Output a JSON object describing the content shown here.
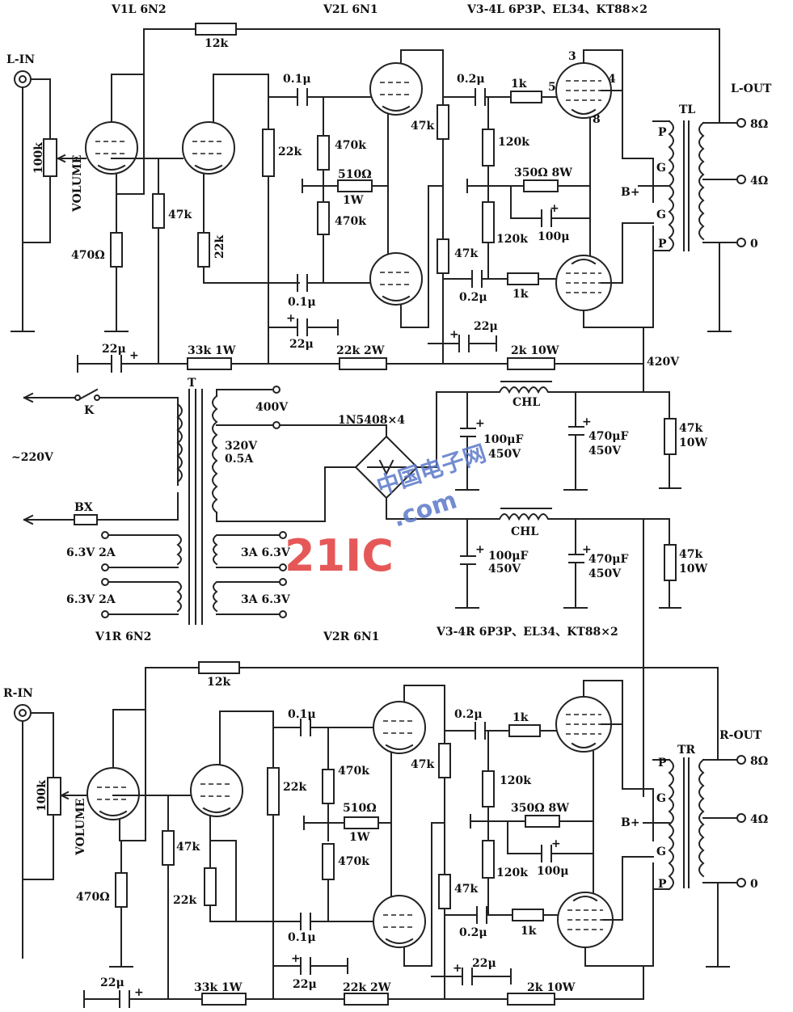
{
  "labels": {
    "tubes_top": {
      "v1": "V1L 6N2",
      "v2": "V2L 6N1",
      "v34": "V3-4L 6P3P、EL34、KT88×2"
    },
    "tubes_bottom": {
      "v1": "V1R 6N2",
      "v2": "V2R 6N1",
      "v34": "V3-4R 6P3P、EL34、KT88×2"
    },
    "left_channel": {
      "in": "L-IN",
      "out": "L-OUT",
      "transformer": "TL",
      "feedback": "12k",
      "pot": "100k",
      "volume": "VOLUME",
      "r_cathode1": "470Ω",
      "r_plate1": "47k",
      "r_cathode2": "22k",
      "r_plate2": "22k",
      "cap_in": "0.1μ",
      "cap_in2": "0.1μ",
      "r_grid1": "470k",
      "r_grid2": "470k",
      "r_tail": "510Ω",
      "r_tail_w": "1W",
      "r_pl1": "47k",
      "r_pl2": "47k",
      "cap_out1": "0.2μ",
      "cap_out2": "0.2μ",
      "r_g1": "1k",
      "r_g2": "1k",
      "r_bias1": "120k",
      "r_bias2": "120k",
      "r_k": "350Ω 8W",
      "cap_k": "100μ",
      "cap_dec1": "22μ",
      "cap_dec2": "22μ",
      "cap_dec3": "22μ",
      "r_dec1": "33k 1W",
      "r_dec2": "22k 2W",
      "r_dec3": "2k 10W",
      "pin3": "3",
      "pin4": "4",
      "pin5": "5",
      "pin8": "8",
      "p1": "P",
      "g1": "G",
      "g2": "G",
      "p2": "P",
      "bplus": "B+",
      "tap8": "8Ω",
      "tap4": "4Ω",
      "tap0": "0"
    },
    "right_channel": {
      "in": "R-IN",
      "out": "R-OUT",
      "transformer": "TR",
      "feedback": "12k",
      "pot": "100k",
      "volume": "VOLUME",
      "r_cathode1": "470Ω",
      "r_plate1": "47k",
      "r_cathode2": "22k",
      "r_plate2": "22k",
      "cap_in": "0.1μ",
      "cap_in2": "0.1μ",
      "r_grid1": "470k",
      "r_grid2": "470k",
      "r_tail": "510Ω",
      "r_tail_w": "1W",
      "r_pl1": "47k",
      "r_pl2": "47k",
      "cap_out1": "0.2μ",
      "cap_out2": "0.2μ",
      "r_g1": "1k",
      "r_g2": "1k",
      "r_bias1": "120k",
      "r_bias2": "120k",
      "r_k": "350Ω 8W",
      "cap_k": "100μ",
      "cap_dec1": "22μ",
      "cap_dec2": "22μ",
      "cap_dec3": "22μ",
      "r_dec1": "33k 1W",
      "r_dec2": "22k 2W",
      "r_dec3": "2k 10W",
      "p1": "P",
      "g1": "G",
      "g2": "G",
      "p2": "P",
      "bplus": "B+",
      "tap8": "8Ω",
      "tap4": "4Ω",
      "tap0": "0"
    },
    "power": {
      "v420": "420V",
      "switch": "K",
      "transformer": "T",
      "mains": "~220V",
      "fuse": "BX",
      "v400": "400V",
      "sec_hv": "320V",
      "sec_hv_a": "0.5A",
      "rectifier": "1N5408×4",
      "heater1": "6.3V 2A",
      "heater2": "6.3V 2A",
      "heater3": "3A 6.3V",
      "heater4": "3A 6.3V",
      "choke1": "CHL",
      "choke2": "CHL",
      "c1": "100μF",
      "c1v": "450V",
      "c2": "470μF",
      "c2v": "450V",
      "c3": "100μF",
      "c3v": "450V",
      "c4": "470μF",
      "c4v": "450V",
      "rb1": "47k",
      "rb1w": "10W",
      "rb2": "47k",
      "rb2w": "10W"
    },
    "watermark": {
      "brand": "21IC",
      "cn": "中国电子网",
      "com": ".com"
    }
  }
}
